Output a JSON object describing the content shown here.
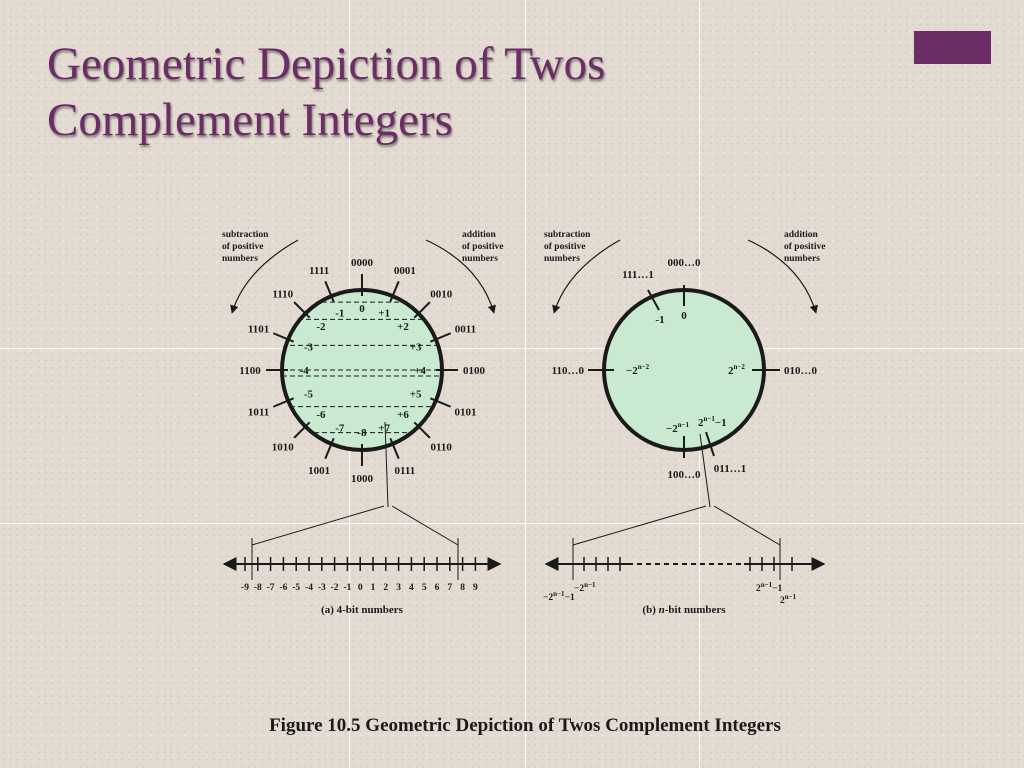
{
  "title": {
    "line1": "Geometric Depiction of Twos",
    "line2": "Complement Integers"
  },
  "colors": {
    "title": "#6b2d65",
    "accent": "#6b2d65",
    "circle_fill": "#c9ead0"
  },
  "diagram_a": {
    "subtraction": [
      "subtraction",
      "of positive",
      "numbers"
    ],
    "addition": [
      "addition",
      "of positive",
      "numbers"
    ],
    "codes": [
      "0000",
      "0001",
      "0010",
      "0011",
      "0100",
      "0101",
      "0110",
      "0111",
      "1000",
      "1001",
      "1010",
      "1011",
      "1100",
      "1101",
      "1110",
      "1111"
    ],
    "values": [
      "0",
      "+1",
      "+2",
      "+3",
      "+4",
      "+5",
      "+6",
      "+7",
      "-8",
      "-7",
      "-6",
      "-5",
      "-4",
      "-3",
      "-2",
      "-1"
    ],
    "axis_ticks": [
      "-9",
      "-8",
      "-7",
      "-6",
      "-5",
      "-4",
      "-3",
      "-2",
      "-1",
      "0",
      "1",
      "2",
      "3",
      "4",
      "5",
      "6",
      "7",
      "8",
      "9"
    ],
    "caption": "(a) 4-bit numbers"
  },
  "diagram_b": {
    "subtraction": [
      "subtraction",
      "of positive",
      "numbers"
    ],
    "addition": [
      "addition",
      "of positive",
      "numbers"
    ],
    "code_top": "000…0",
    "code_topleft": "111…1",
    "code_left": "110…0",
    "code_right": "010…0",
    "code_bottom": "100…0",
    "code_bottomright": "011…1",
    "val_top": "0",
    "val_topleft": "-1",
    "caption_prefix": "(b)",
    "caption_var": "n",
    "caption_suffix": "-bit numbers"
  },
  "figure_caption": "Figure 10.5  Geometric Depiction of Twos Complement Integers"
}
